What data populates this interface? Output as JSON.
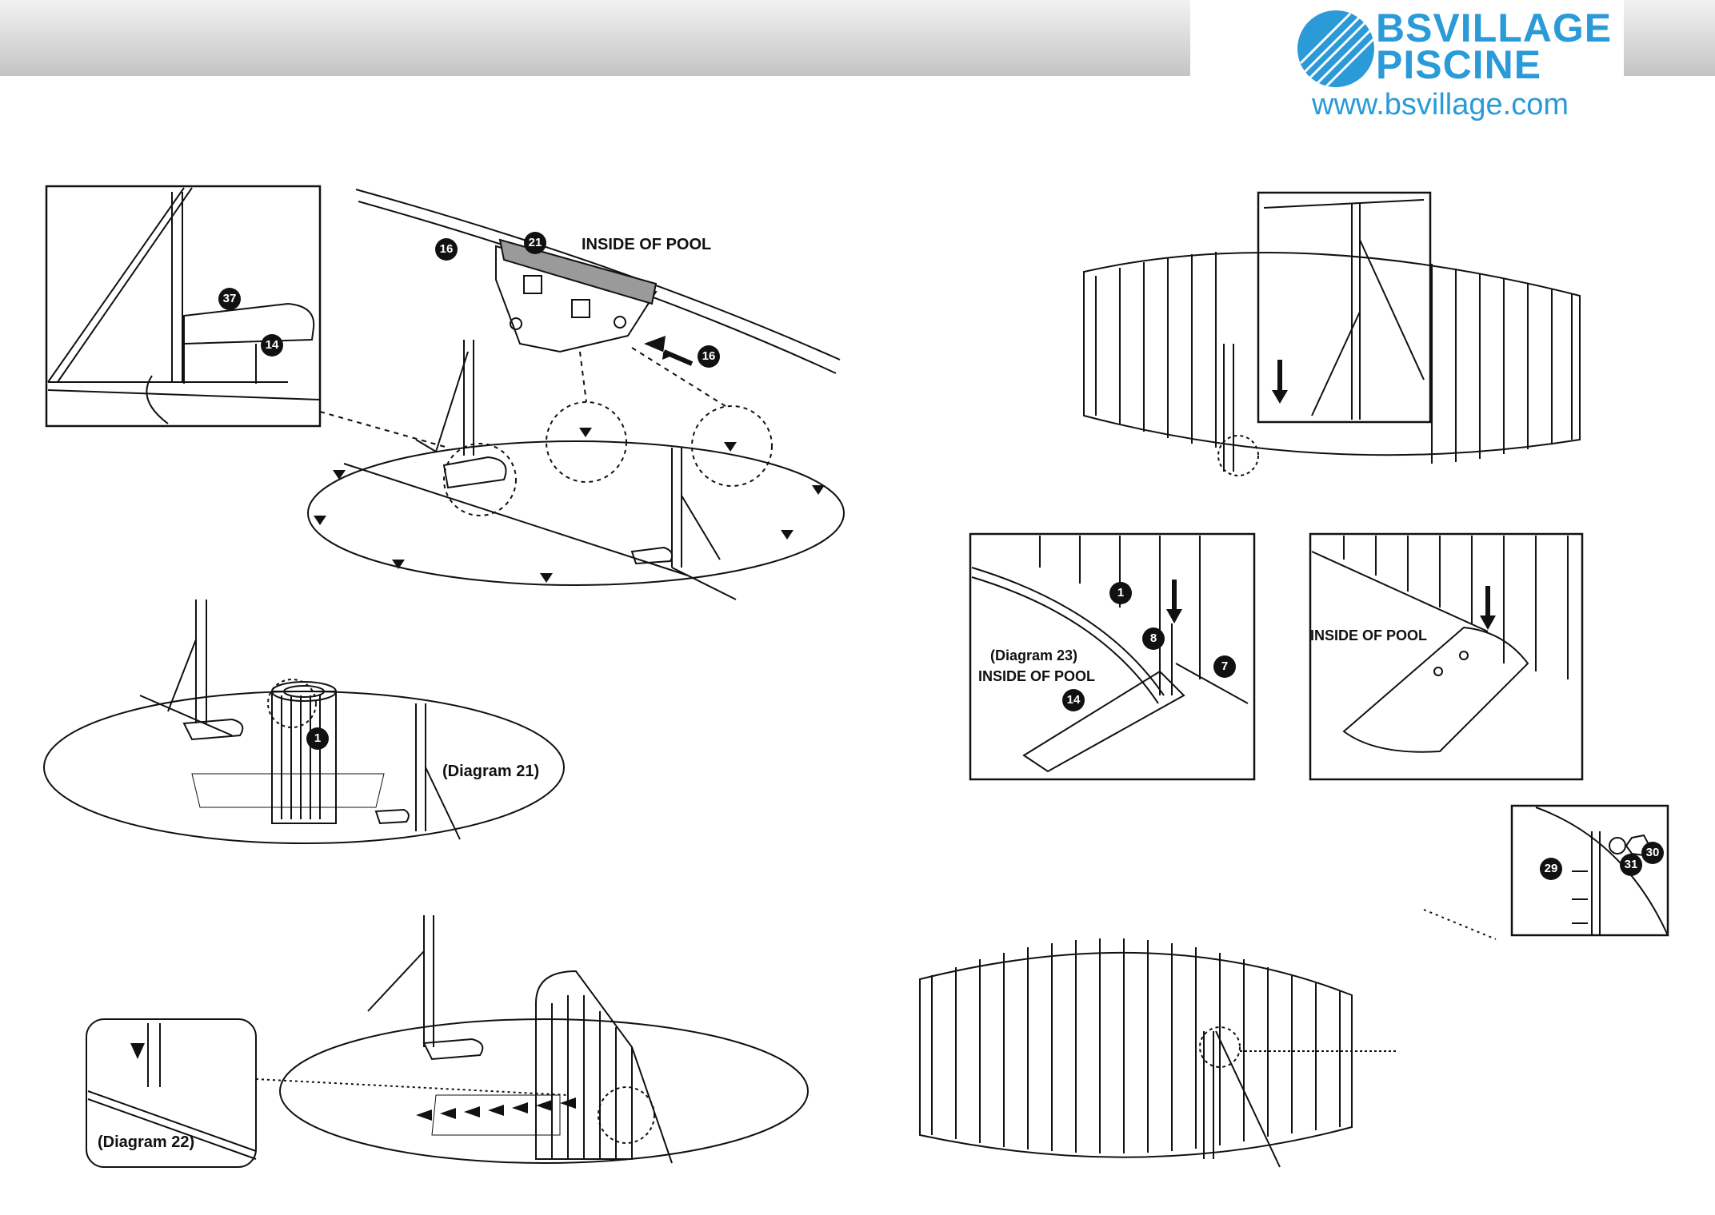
{
  "brand": {
    "line1": "BSVILLAGE",
    "line2": "PISCINE",
    "url": "www.bsvillage.com",
    "color": "#2a9ad8"
  },
  "labels": {
    "inside_of_pool": "INSIDE OF POOL",
    "diagram_21": "(Diagram 21)",
    "diagram_22": "(Diagram 22)",
    "diagram_23": "(Diagram 23)"
  },
  "parts": {
    "p1": "1",
    "p7": "7",
    "p8": "8",
    "p14": "14",
    "p16": "16",
    "p21": "21",
    "p29": "29",
    "p30": "30",
    "p31": "31",
    "p37": "37"
  }
}
